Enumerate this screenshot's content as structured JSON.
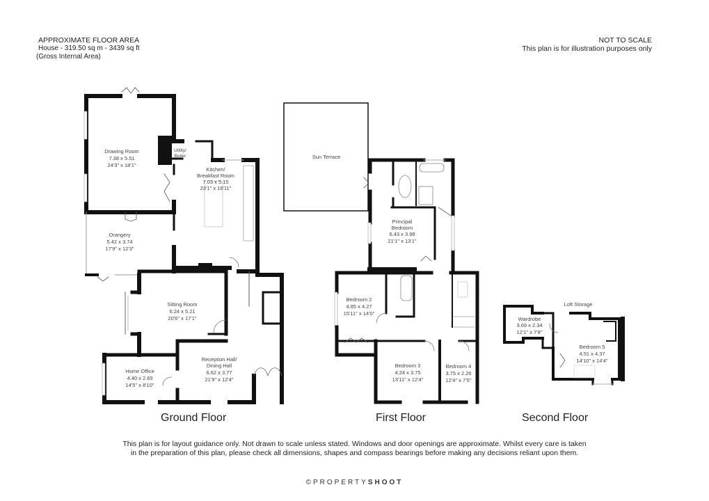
{
  "header": {
    "area_title": "APPROXIMATE FLOOR AREA",
    "area_value": "House - 319.50 sq m - 3439 sq ft",
    "area_note": "(Gross Internal Area)",
    "scale_title": "NOT TO SCALE",
    "scale_note": "This plan is for illustration purposes only"
  },
  "floors": {
    "ground": {
      "title": "Ground Floor",
      "rooms": [
        {
          "name": "Drawing Room",
          "metric": "7.38 x 5.51",
          "imperial": "24'3\" x 18'1\""
        },
        {
          "name": "Utility/ Boiler",
          "metric": "",
          "imperial": ""
        },
        {
          "name": "Kitchen/ Breakfast Room",
          "metric": "7.03 x 5.15",
          "imperial": "23'1\" x 16'11\""
        },
        {
          "name": "Orangery",
          "metric": "5.42 x 3.74",
          "imperial": "17'9\" x 12'3\""
        },
        {
          "name": "Sitting Room",
          "metric": "6.24 x 5.21",
          "imperial": "20'6\" x 17'1\""
        },
        {
          "name": "Reception Hall/ Dining Hall",
          "metric": "6.62 x 3.77",
          "imperial": "21'9\" x 12'4\""
        },
        {
          "name": "Home Office",
          "metric": "4.40 x 2.69",
          "imperial": "14'5\" x 8'10\""
        }
      ]
    },
    "first": {
      "title": "First Floor",
      "rooms": [
        {
          "name": "Sun Terrace",
          "metric": "",
          "imperial": ""
        },
        {
          "name": "Principal Bedroom",
          "metric": "6.43 x 3.98",
          "imperial": "21'1\" x 13'1\""
        },
        {
          "name": "Bedroom 2",
          "metric": "4.85 x 4.27",
          "imperial": "15'11\" x 14'0\""
        },
        {
          "name": "Bedroom 3",
          "metric": "4.24 x 3.75",
          "imperial": "13'11\" x 12'4\""
        },
        {
          "name": "Bedroom 4",
          "metric": "3.75 x 2.26",
          "imperial": "12'4\" x 7'5\""
        }
      ]
    },
    "second": {
      "title": "Second Floor",
      "rooms": [
        {
          "name": "Loft Storage",
          "metric": "",
          "imperial": ""
        },
        {
          "name": "Wardrobe",
          "metric": "3.69 x 2.34",
          "imperial": "12'1\" x 7'8\""
        },
        {
          "name": "Bedroom 5",
          "metric": "4.51 x 4.37",
          "imperial": "14'10\" x 14'4\""
        }
      ]
    }
  },
  "footer": {
    "disclaimer_line1": "This plan is for layout guidance only. Not drawn to scale unless stated. Windows and door openings are approximate. Whilst every care is taken",
    "disclaimer_line2": "in the preparation of this plan, please check all dimensions, shapes and compass bearings before making any decisions reliant upon them.",
    "brand_light": "©PROPERTY",
    "brand_bold": "SHOOT"
  }
}
